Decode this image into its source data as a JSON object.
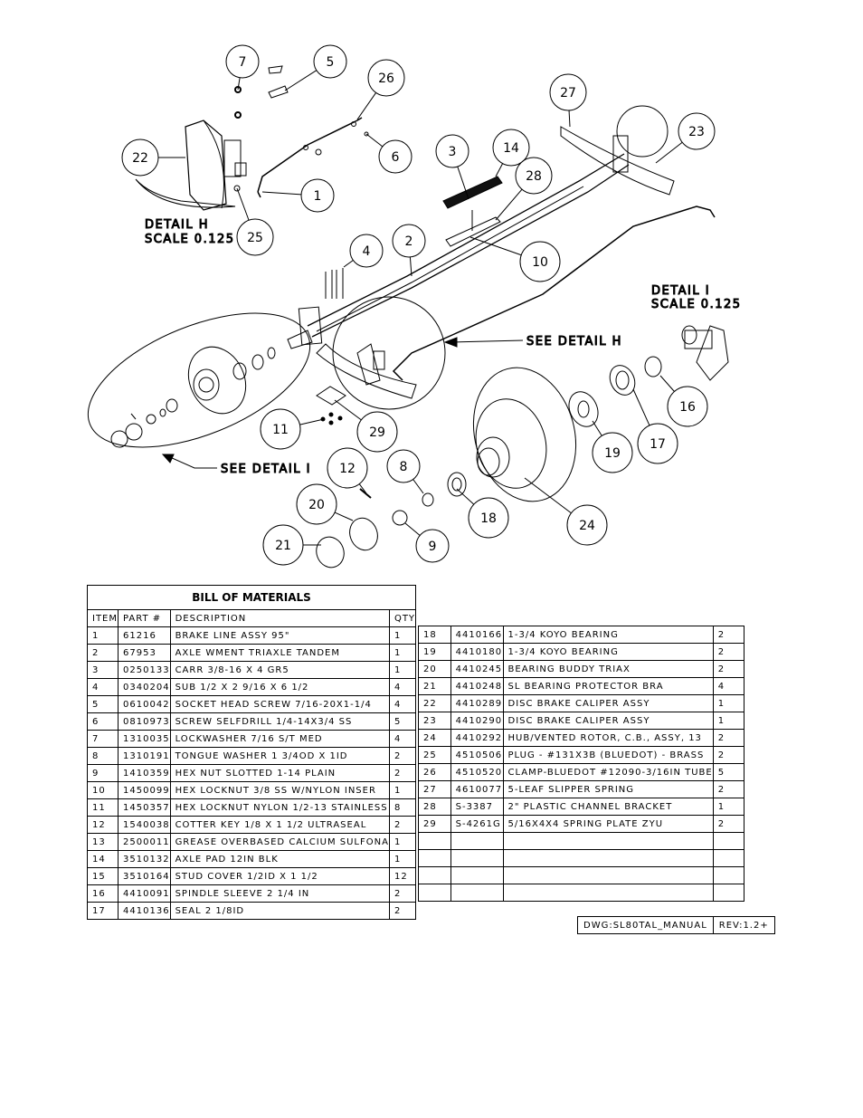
{
  "drawing": {
    "detail_h_label": "DETAIL  H",
    "detail_h_scale": "SCALE  0.125",
    "detail_i_label": "DETAIL  I",
    "detail_i_scale": "SCALE  0.125",
    "see_detail_h": "SEE DETAIL  H",
    "see_detail_i": "SEE DETAIL  I",
    "callouts": [
      "7",
      "5",
      "26",
      "22",
      "6",
      "1",
      "25",
      "3",
      "14",
      "28",
      "27",
      "23",
      "4",
      "2",
      "10",
      "11",
      "29",
      "12",
      "8",
      "20",
      "21",
      "9",
      "18",
      "24",
      "19",
      "17",
      "16"
    ]
  },
  "bom": {
    "title": "BILL OF MATERIALS",
    "headers": {
      "item": "ITEM",
      "part": "PART #",
      "description": "DESCRIPTION",
      "qty": "QTY"
    },
    "rows_left": [
      {
        "item": "1",
        "part": "61216",
        "description": "BRAKE LINE ASSY 95\"",
        "qty": "1"
      },
      {
        "item": "2",
        "part": "67953",
        "description": "AXLE WMENT   TRIAXLE TANDEM",
        "qty": "1"
      },
      {
        "item": "3",
        "part": "0250133",
        "description": "CARR 3/8-16 X 4 GR5",
        "qty": "1"
      },
      {
        "item": "4",
        "part": "0340204",
        "description": "SUB 1/2 X 2 9/16 X 6 1/2",
        "qty": "4"
      },
      {
        "item": "5",
        "part": "0610042",
        "description": "SOCKET HEAD SCREW 7/16-20X1-1/4",
        "qty": "4"
      },
      {
        "item": "6",
        "part": "0810973",
        "description": "SCREW SELFDRILL  1/4-14X3/4 SS",
        "qty": "5"
      },
      {
        "item": "7",
        "part": "1310035",
        "description": "LOCKWASHER 7/16 S/T MED",
        "qty": "4"
      },
      {
        "item": "8",
        "part": "1310191",
        "description": "TONGUE WASHER 1 3/4OD X 1ID",
        "qty": "2"
      },
      {
        "item": "9",
        "part": "1410359",
        "description": "HEX NUT SLOTTED 1-14 PLAIN",
        "qty": "2"
      },
      {
        "item": "10",
        "part": "1450099",
        "description": "HEX LOCKNUT 3/8 SS W/NYLON INSER",
        "qty": "1"
      },
      {
        "item": "11",
        "part": "1450357",
        "description": "HEX LOCKNUT NYLON 1/2-13 STAINLESS",
        "qty": "8"
      },
      {
        "item": "12",
        "part": "1540038",
        "description": "COTTER KEY 1/8 X 1 1/2 ULTRASEAL",
        "qty": "2"
      },
      {
        "item": "13",
        "part": "2500011",
        "description": "GREASE OVERBASED CALCIUM SULFONA",
        "qty": "1"
      },
      {
        "item": "14",
        "part": "3510132",
        "description": "AXLE PAD 12IN  BLK",
        "qty": "1"
      },
      {
        "item": "15",
        "part": "3510164",
        "description": "STUD COVER 1/2ID X 1 1/2",
        "qty": "12"
      },
      {
        "item": "16",
        "part": "4410091",
        "description": "SPINDLE SLEEVE 2 1/4 IN",
        "qty": "2"
      },
      {
        "item": "17",
        "part": "4410136",
        "description": "SEAL  2 1/8ID",
        "qty": "2"
      }
    ],
    "rows_right": [
      {
        "item": "18",
        "part": "4410166",
        "description": "1-3/4 KOYO BEARING",
        "qty": "2"
      },
      {
        "item": "19",
        "part": "4410180",
        "description": "1-3/4 KOYO BEARING",
        "qty": "2"
      },
      {
        "item": "20",
        "part": "4410245",
        "description": "BEARING BUDDY TRIAX",
        "qty": "2"
      },
      {
        "item": "21",
        "part": "4410248",
        "description": "SL BEARING PROTECTOR BRA",
        "qty": "4"
      },
      {
        "item": "22",
        "part": "4410289",
        "description": "DISC BRAKE CALIPER ASSY",
        "qty": "1"
      },
      {
        "item": "23",
        "part": "4410290",
        "description": "DISC BRAKE CALIPER ASSY",
        "qty": "1"
      },
      {
        "item": "24",
        "part": "4410292",
        "description": "HUB/VENTED ROTOR, C.B., ASSY, 13",
        "qty": "2"
      },
      {
        "item": "25",
        "part": "4510506",
        "description": "PLUG - #131X3B (BLUEDOT) - BRASS",
        "qty": "2"
      },
      {
        "item": "26",
        "part": "4510520",
        "description": "CLAMP-BLUEDOT #12090-3/16IN TUBE",
        "qty": "5"
      },
      {
        "item": "27",
        "part": "4610077",
        "description": "5-LEAF SLIPPER SPRING",
        "qty": "2"
      },
      {
        "item": "28",
        "part": "S-3387",
        "description": "2\" PLASTIC CHANNEL BRACKET",
        "qty": "1"
      },
      {
        "item": "29",
        "part": "S-4261G",
        "description": "5/16X4X4 SPRING PLATE ZYU",
        "qty": "2"
      },
      {
        "item": "",
        "part": "",
        "description": "",
        "qty": ""
      },
      {
        "item": "",
        "part": "",
        "description": "",
        "qty": ""
      },
      {
        "item": "",
        "part": "",
        "description": "",
        "qty": ""
      },
      {
        "item": "",
        "part": "",
        "description": "",
        "qty": ""
      }
    ]
  },
  "title_block": {
    "dwg": "DWG:SL80TAL_MANUAL",
    "rev": "REV:1.2+"
  }
}
